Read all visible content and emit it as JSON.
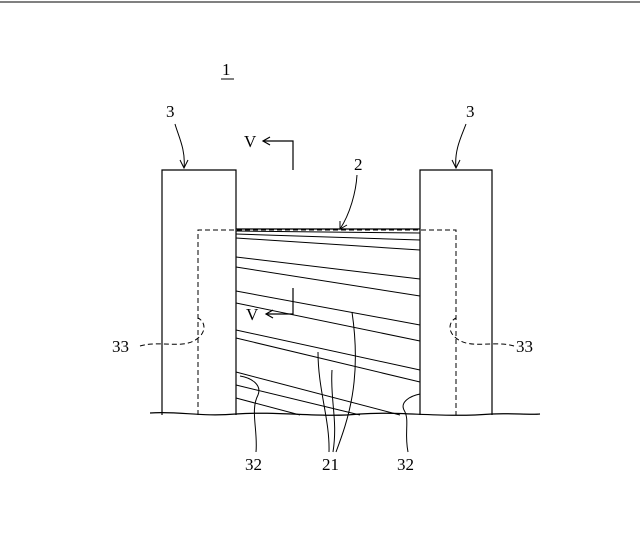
{
  "figure": {
    "assembly_label": "1",
    "labels": {
      "post_left": "3",
      "post_right": "3",
      "section_top": "V",
      "section_mid": "V",
      "element": "2",
      "groove_left": "33",
      "groove_right": "33",
      "edge_left": "32",
      "edge_right": "32",
      "strands": "21"
    }
  }
}
